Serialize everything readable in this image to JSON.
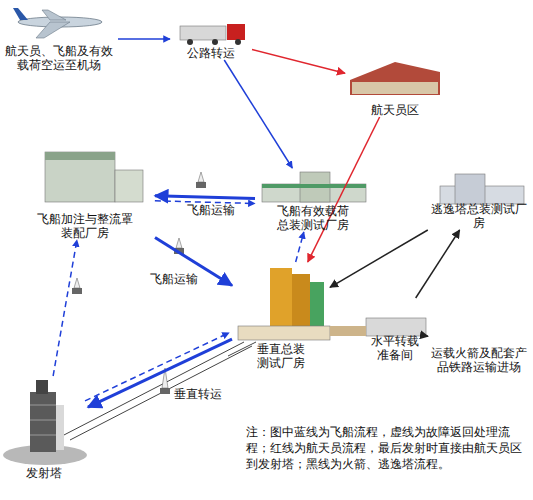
{
  "diagram": {
    "nodes": [
      {
        "text": [
          "航天员、飞船及有效载荷空运至机场"
        ]
      },
      {
        "text": [
          "公路转运"
        ]
      },
      {
        "text": [
          "航天员区"
        ]
      },
      {
        "text": [
          "飞船加注与整流罩装配厂房"
        ]
      },
      {
        "text": [
          "飞船有效载荷总装测试厂房"
        ]
      },
      {
        "text": [
          "逃逸塔总装测试厂房"
        ]
      },
      {
        "text": [
          "垂直总装测试厂房"
        ]
      },
      {
        "text": [
          "水平转载准备间"
        ]
      },
      {
        "text": [
          "运载火箭及配套产品铁路运输进场"
        ]
      },
      {
        "text": [
          "发射塔"
        ]
      }
    ],
    "edges": [
      {
        "from": 0,
        "to": 1,
        "arrow": "to"
      },
      {
        "from": 1,
        "to": 2,
        "arrow": "to"
      },
      {
        "from": 1,
        "to": 4,
        "arrow": "to"
      },
      {
        "from": 4,
        "to": 3,
        "label": "飞船运输",
        "arrow": "to"
      },
      {
        "from": 3,
        "to": 4,
        "arrow": "to"
      },
      {
        "from": 3,
        "to": 6,
        "label": "飞船运输",
        "arrow": "to"
      },
      {
        "from": 9,
        "to": 3,
        "arrow": "to"
      },
      {
        "from": 6,
        "to": 4,
        "arrow": "to"
      },
      {
        "from": 6,
        "to": 9,
        "label": "垂直转运",
        "arrow": "to"
      },
      {
        "from": 9,
        "to": 6,
        "arrow": "to"
      },
      {
        "from": 2,
        "to": 6,
        "arrow": "to"
      },
      {
        "from": 8,
        "to": 7,
        "arrow": "to"
      },
      {
        "from": 7,
        "to": 5,
        "arrow": "to"
      },
      {
        "from": 5,
        "to": 6,
        "arrow": "to"
      }
    ],
    "labels": [
      "注：图中蓝线为飞船流程，虚线为故障返回处理流程；红线为航天员流程，最后发射时直接由航天员区到发射塔；黑线为火箭、逃逸塔流程。"
    ]
  }
}
